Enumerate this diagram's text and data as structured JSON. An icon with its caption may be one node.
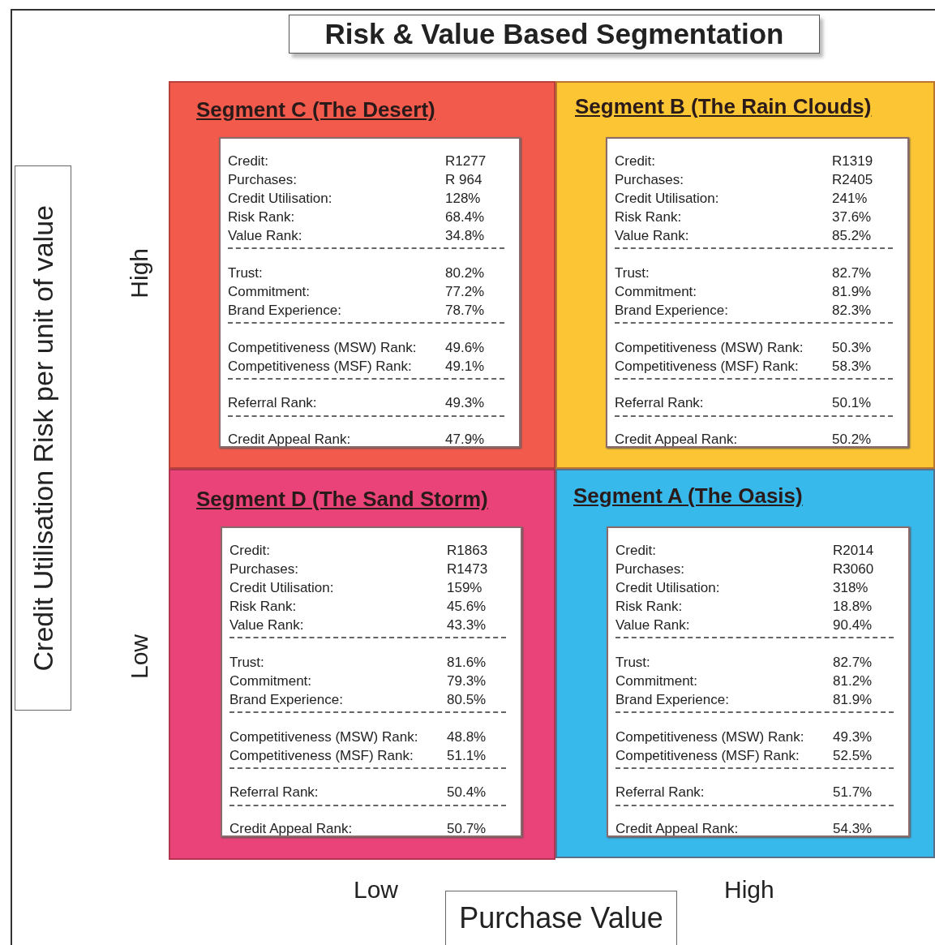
{
  "diagram": {
    "title": "Risk & Value Based Segmentation",
    "nodes": [
      {
        "text": [
          "Segment C (The Desert)"
        ]
      },
      {
        "text": [
          "Credit:",
          "R1277",
          "Purchases:",
          "R  964",
          "Credit Utilisation:",
          "128%",
          "Risk Rank:",
          "68.4%",
          "Value Rank:",
          "34.8%",
          "Trust:",
          "80.2%",
          "Commitment:",
          "77.2%",
          "Brand Experience:",
          "78.7%",
          "Competitiveness (MSW) Rank:",
          "49.6%",
          "Competitiveness (MSF) Rank:",
          "49.1%",
          "Referral Rank:",
          "49.3%",
          "Credit Appeal Rank:",
          "47.9%"
        ],
        "in": 0
      },
      {
        "text": [
          "Segment B (The Rain Clouds)"
        ]
      },
      {
        "text": [
          "Credit:",
          "R1319",
          "Purchases:",
          "R2405",
          "Credit Utilisation:",
          "241%",
          "Risk Rank:",
          "37.6%",
          "Value Rank:",
          "85.2%",
          "Trust:",
          "82.7%",
          "Commitment:",
          "81.9%",
          "Brand Experience:",
          "82.3%",
          "Competitiveness (MSW) Rank:",
          "50.3%",
          "Competitiveness (MSF) Rank:",
          "58.3%",
          "Referral Rank:",
          "50.1%",
          "Credit Appeal Rank:",
          "50.2%"
        ],
        "in": 2
      },
      {
        "text": [
          "Segment D (The Sand Storm)"
        ]
      },
      {
        "text": [
          "Credit:",
          "R1863",
          "Purchases:",
          "R1473",
          "Credit Utilisation:",
          "159%",
          "Risk Rank:",
          "45.6%",
          "Value Rank:",
          "43.3%",
          "Trust:",
          "81.6%",
          "Commitment:",
          "79.3%",
          "Brand Experience:",
          "80.5%",
          "Competitiveness (MSW) Rank:",
          "48.8%",
          "Competitiveness (MSF) Rank:",
          "51.1%",
          "Referral Rank:",
          "50.4%",
          "Credit Appeal Rank:",
          "50.7%"
        ],
        "in": 4
      },
      {
        "text": [
          "Segment A (The Oasis)"
        ]
      },
      {
        "text": [
          "Credit:",
          "R2014",
          "Purchases:",
          "R3060",
          "Credit Utilisation:",
          "318%",
          "Risk Rank:",
          "18.8%",
          "Value Rank:",
          "90.4%",
          "Trust:",
          "82.7%",
          "Commitment:",
          "81.2%",
          "Brand Experience:",
          "81.9%",
          "Competitiveness (MSW) Rank:",
          "49.3%",
          "Competitiveness (MSF) Rank:",
          "52.5%",
          "Referral Rank:",
          "51.7%",
          "Credit Appeal Rank:",
          "54.3%"
        ],
        "in": 6
      },
      {
        "text": [
          "Credit Utilisation Risk per unit of value"
        ]
      },
      {
        "text": [
          "Purchase Value"
        ]
      }
    ],
    "labels": [
      "High",
      "Low",
      "Low",
      "High"
    ]
  }
}
